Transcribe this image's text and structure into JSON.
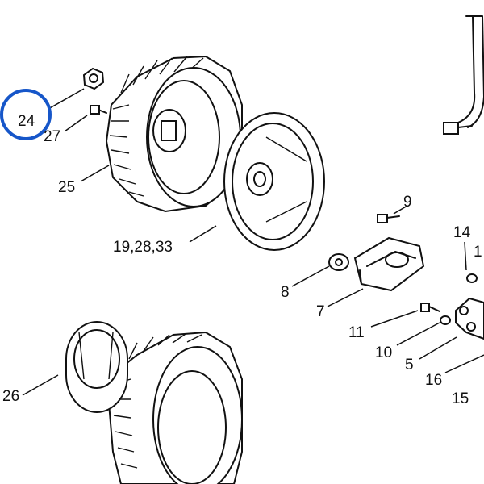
{
  "labels": {
    "l24": "24",
    "l27": "27",
    "l25": "25",
    "l26": "26",
    "l19": "19,28,33",
    "l9": "9",
    "l8": "8",
    "l7": "7",
    "l14": "14",
    "l11": "11",
    "l10": "10",
    "l5": "5",
    "l16": "16",
    "l15": "15",
    "l1": "1"
  },
  "highlight": {
    "color": "#1656c9",
    "target": "24"
  }
}
